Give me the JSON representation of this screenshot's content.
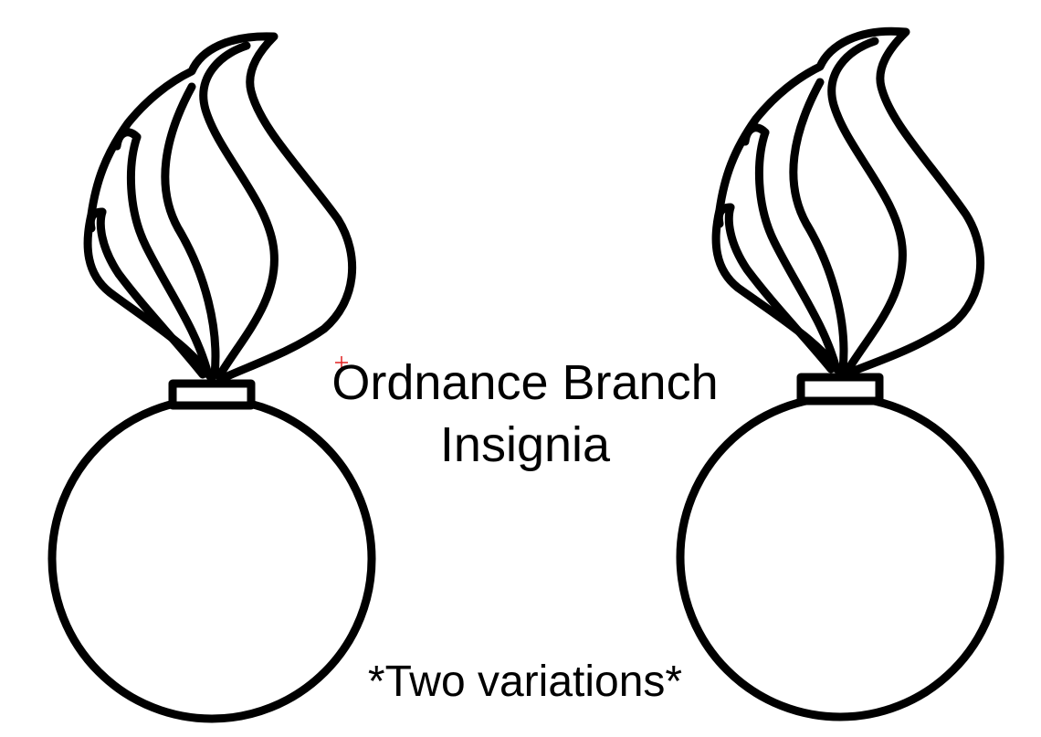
{
  "title": {
    "line1": "Ordnance Branch",
    "line2": "Insignia"
  },
  "footer": "*Two variations*",
  "insignia": [
    {
      "name": "left-variation",
      "icon": "ordnance-flaming-bomb-icon"
    },
    {
      "name": "right-variation",
      "icon": "ordnance-flaming-bomb-icon"
    }
  ],
  "colors": {
    "stroke": "#000000",
    "background": "#ffffff",
    "cursor_mark": "#e02020"
  }
}
